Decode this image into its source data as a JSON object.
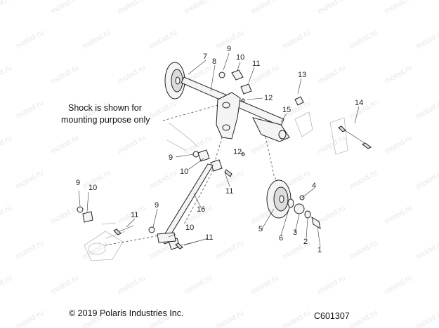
{
  "diagram": {
    "note_lines": [
      "Shock is shown for",
      "mounting purpose only"
    ],
    "copyright": "© 2019 Polaris Industries Inc.",
    "figure_id": "C601307",
    "watermark_text": "motod.ru",
    "callouts": {
      "c7": "7",
      "c8": "8",
      "c9a": "9",
      "c10a": "10",
      "c11a": "11",
      "c12a": "12",
      "c13": "13",
      "c14": "14",
      "c15": "15",
      "c12b": "12",
      "c9b": "9",
      "c10b": "10",
      "c11b": "11",
      "c16": "16",
      "c9c": "9",
      "c10c": "10",
      "c11c": "11",
      "c9d": "9",
      "c10d": "10",
      "c11d": "11",
      "c4": "4",
      "c5": "5",
      "c6": "6",
      "c3": "3",
      "c2": "2",
      "c1": "1"
    }
  }
}
